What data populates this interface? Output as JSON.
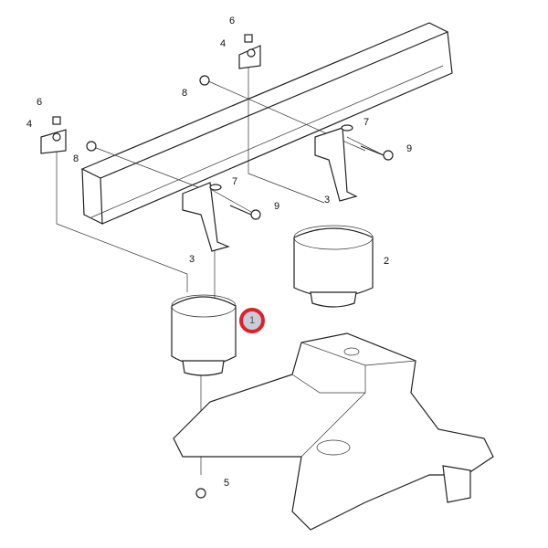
{
  "callouts": {
    "c6a": "6",
    "c4a": "4",
    "c8a": "8",
    "c7a": "7",
    "c9a": "9",
    "c3a": "3",
    "c2": "2",
    "c6b": "6",
    "c4b": "4",
    "c8b": "8",
    "c7b": "7",
    "c9b": "9",
    "c3b": "3",
    "c1": "1",
    "c5": "5"
  },
  "colors": {
    "highlight": "#e0202a",
    "highlight_fill": "#c8ccd8"
  }
}
